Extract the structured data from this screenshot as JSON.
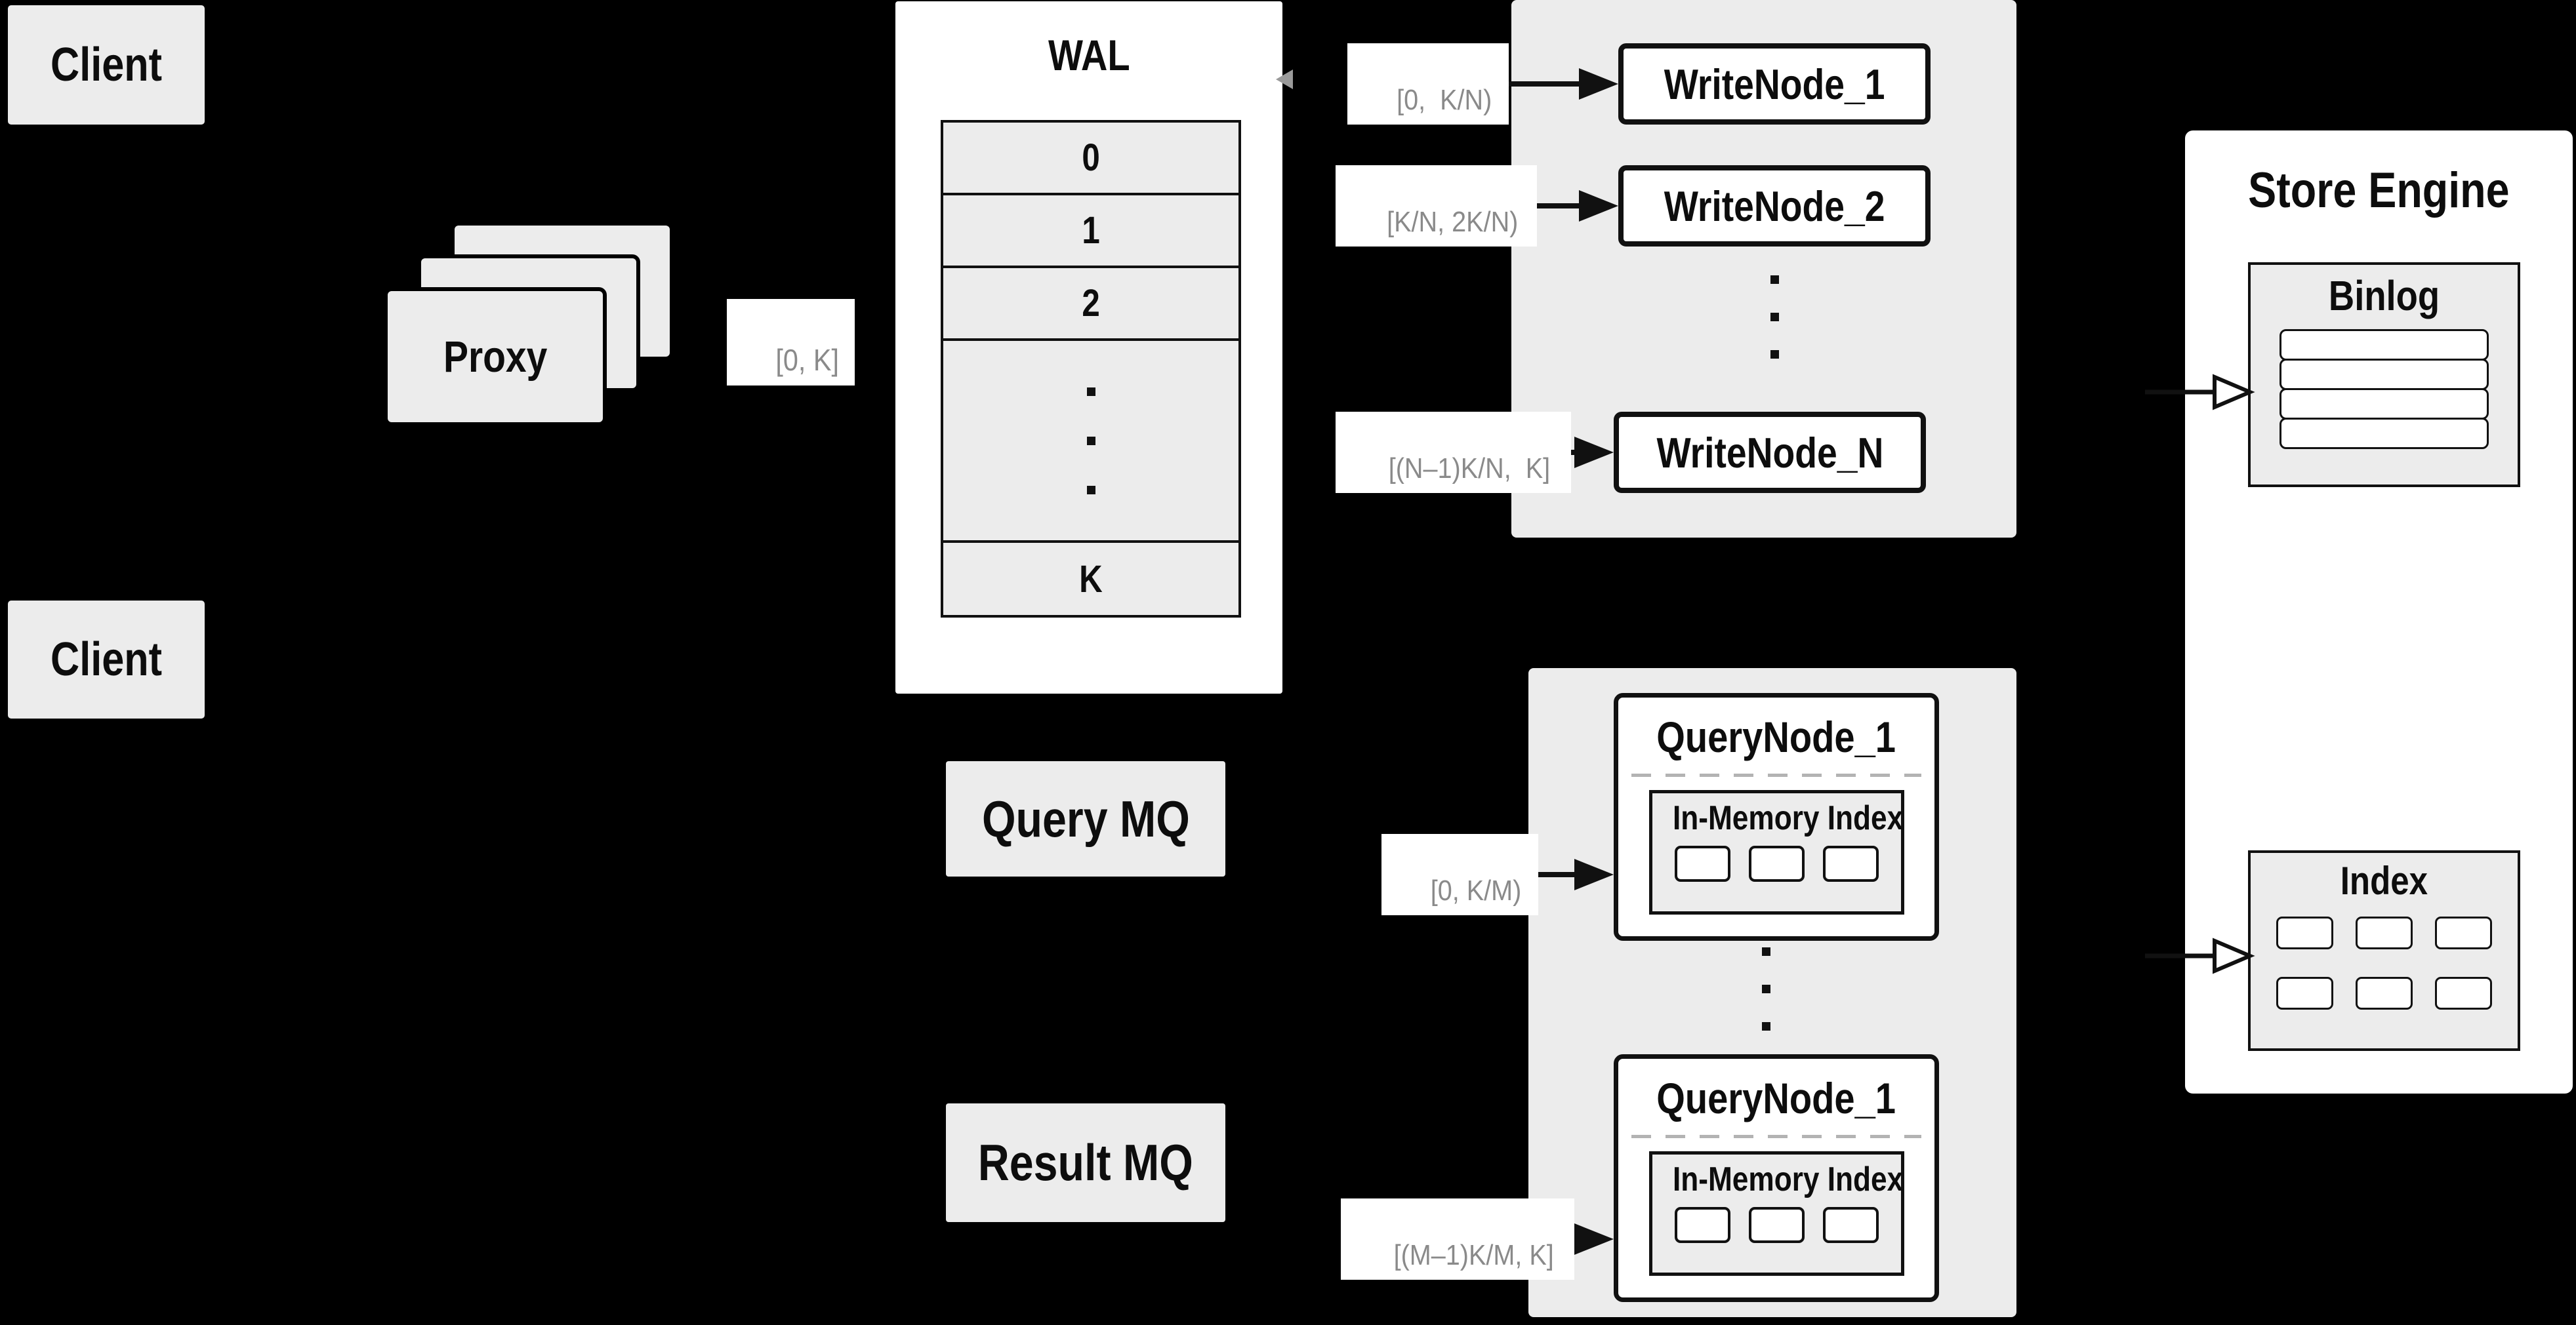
{
  "client_top": {
    "label": "Client"
  },
  "client_bottom": {
    "label": "Client"
  },
  "proxy": {
    "label": "Proxy"
  },
  "wal": {
    "title": "WAL",
    "rows": [
      "0",
      "1",
      "2"
    ],
    "tail_row": "K"
  },
  "ranges": {
    "proxy_wal": "[0, K]",
    "write": [
      "[0,  K/N)",
      "[K/N, 2K/N)",
      "[(N–1)K/N,  K]"
    ],
    "query": [
      "[0, K/M)",
      "[(M–1)K/M, K]"
    ]
  },
  "write_group": {
    "nodes": [
      "WriteNode_1",
      "WriteNode_2",
      "WriteNode_N"
    ]
  },
  "store_engine": {
    "title": "Store Engine",
    "binlog": {
      "title": "Binlog"
    },
    "index": {
      "title": "Index"
    }
  },
  "query_mq": {
    "label": "Query MQ"
  },
  "result_mq": {
    "label": "Result MQ"
  },
  "query_group": {
    "nodes": [
      {
        "title": "QueryNode_1",
        "inner_title": "In-Memory Index"
      },
      {
        "title": "QueryNode_1",
        "inner_title": "In-Memory Index"
      }
    ]
  },
  "colors": {
    "background": "#000000",
    "panel_gray": "#ececec",
    "surface_white": "#ffffff",
    "stroke_black": "#111111",
    "range_label_text": "#8a8a8a",
    "dashed_line": "#b3b3b3"
  }
}
